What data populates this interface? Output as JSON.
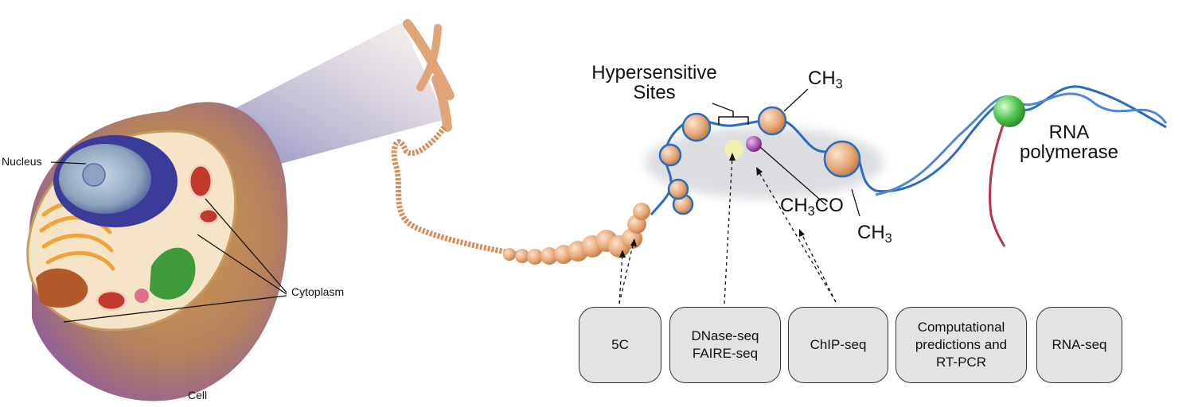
{
  "labels": {
    "nucleus": "Nucleus",
    "cytoplasm": "Cytoplasm",
    "cell": "Cell",
    "hypersensitive_line1": "Hypersensitive",
    "hypersensitive_line2": "Sites",
    "methyl_top": "CH",
    "methyl_top_sub": "3",
    "acetyl": "CH",
    "acetyl_sub": "3",
    "acetyl_suffix": "CO",
    "methyl_bottom": "CH",
    "methyl_bottom_sub": "3",
    "rna_pol_line1": "RNA",
    "rna_pol_line2": "polymerase"
  },
  "methods": [
    "5C",
    "DNase-seq\nFAIRE-seq",
    "ChIP-seq",
    "Computational\npredictions and\nRT-PCR",
    "RNA-seq"
  ],
  "colors": {
    "dna_blue": "#2a6cc0",
    "bead_orange": "#e8a877",
    "polymerase_green": "#4cc24c",
    "acetyl_purple": "#9a2fa0",
    "box_fill": "#e3e3e3"
  }
}
